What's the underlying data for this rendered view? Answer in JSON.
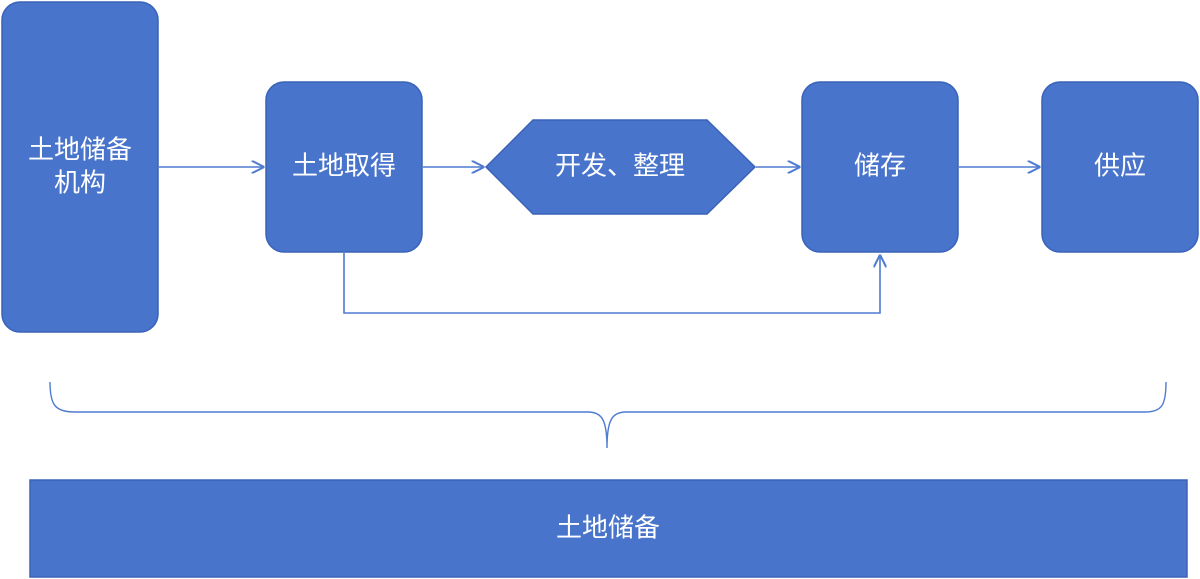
{
  "diagram": {
    "nodes": {
      "agency": {
        "line1": "土地储备",
        "line2": "机构"
      },
      "acquire": "土地取得",
      "develop": "开发、整理",
      "store": "储存",
      "supply": "供应",
      "reserve_bar": "土地储备"
    },
    "colors": {
      "node_fill": "#4874cb",
      "node_stroke": "#3a63b8",
      "edge": "#4f7bd0",
      "text": "#ffffff",
      "background": "#ffffff"
    }
  }
}
